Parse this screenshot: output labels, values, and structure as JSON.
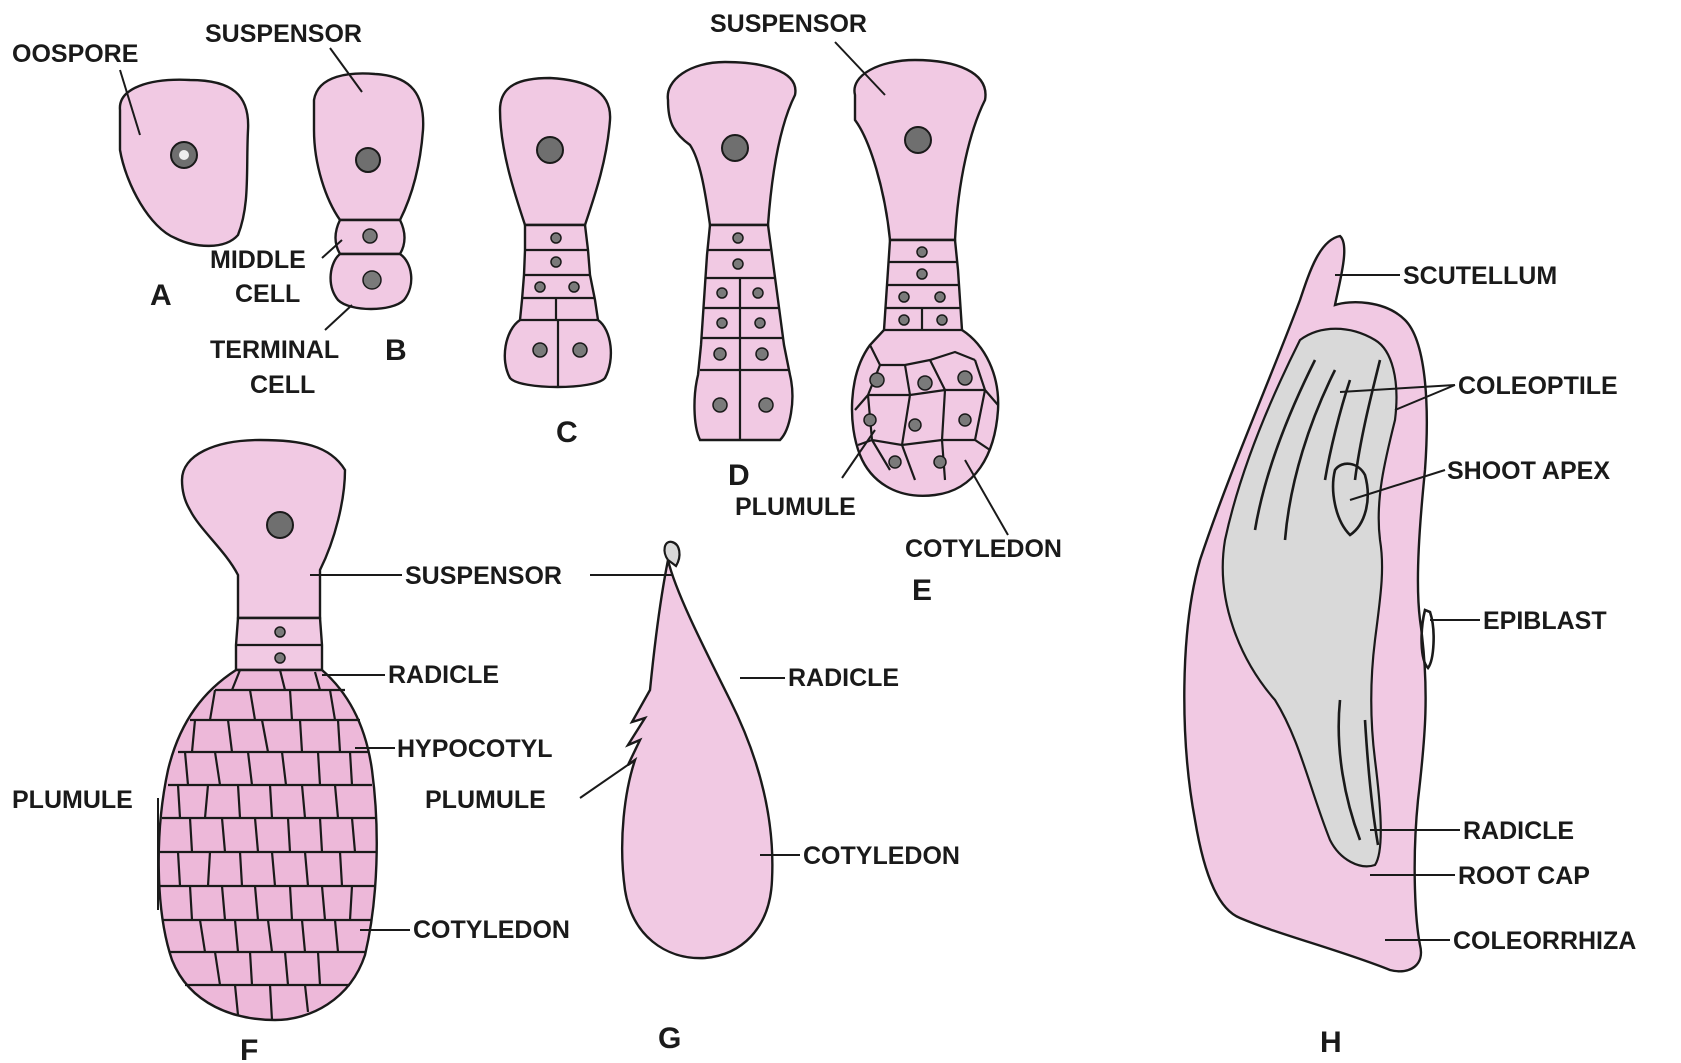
{
  "labels": {
    "a_oospore": "OOSPORE",
    "b_suspensor": "SUSPENSOR",
    "b_middle_1": "MIDDLE",
    "b_middle_2": "CELL",
    "b_terminal_1": "TERMINAL",
    "b_terminal_2": "CELL",
    "e_suspensor": "SUSPENSOR",
    "e_plumule": "PLUMULE",
    "e_cotyledon": "COTYLEDON",
    "f_suspensor": "SUSPENSOR",
    "f_radicle": "RADICLE",
    "f_hypocotyl": "HYPOCOTYL",
    "f_plumule": "PLUMULE",
    "f_cotyledon": "COTYLEDON",
    "g_radicle": "RADICLE",
    "g_plumule": "PLUMULE",
    "g_cotyledon": "COTYLEDON",
    "h_scutellum": "SCUTELLUM",
    "h_coleoptile": "COLEOPTILE",
    "h_shoot_apex": "SHOOT APEX",
    "h_epiblast": "EPIBLAST",
    "h_radicle": "RADICLE",
    "h_root_cap": "ROOT CAP",
    "h_coleorrhiza": "COLEORRHIZA"
  },
  "panel_letters": {
    "A": "A",
    "B": "B",
    "C": "C",
    "D": "D",
    "E": "E",
    "F": "F",
    "G": "G",
    "H": "H"
  },
  "colors": {
    "cell_fill": "#f1c9e3",
    "outline": "#1a1a1a",
    "nucleus": "#6f6f6f",
    "stipple": "#d9d9d9"
  }
}
